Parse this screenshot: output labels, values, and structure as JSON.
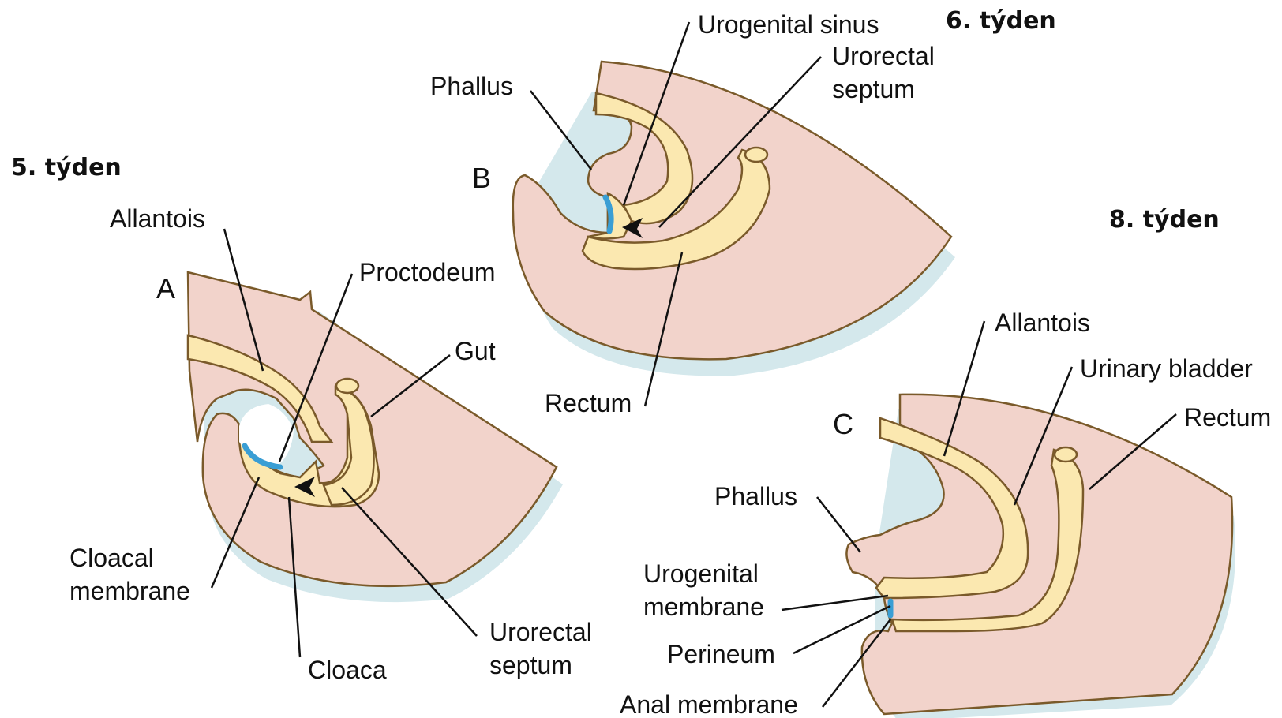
{
  "weeks": {
    "a": "5. týden",
    "b": "6. týden",
    "c": "8. týden"
  },
  "panel_a": {
    "letter": "A",
    "allantois": "Allantois",
    "proctodeum": "Proctodeum",
    "gut": "Gut",
    "cloacal_membrane_1": "Cloacal",
    "cloacal_membrane_2": "membrane",
    "cloaca": "Cloaca",
    "urorectal_septum_1": "Urorectal",
    "urorectal_septum_2": "septum"
  },
  "panel_b": {
    "letter": "B",
    "phallus": "Phallus",
    "urogenital_sinus": "Urogenital sinus",
    "urorectal_septum_1": "Urorectal",
    "urorectal_septum_2": "septum",
    "rectum": "Rectum"
  },
  "panel_c": {
    "letter": "C",
    "allantois": "Allantois",
    "urinary_bladder": "Urinary bladder",
    "rectum": "Rectum",
    "phallus": "Phallus",
    "urogenital_membrane_1": "Urogenital",
    "urogenital_membrane_2": "membrane",
    "perineum": "Perineum",
    "anal_membrane": "Anal membrane"
  },
  "colors": {
    "mesoderm": "#f2d3cb",
    "endoderm": "#fbe8b0",
    "membrane": "#3a9ed4",
    "shadow": "#d4e8ec"
  }
}
